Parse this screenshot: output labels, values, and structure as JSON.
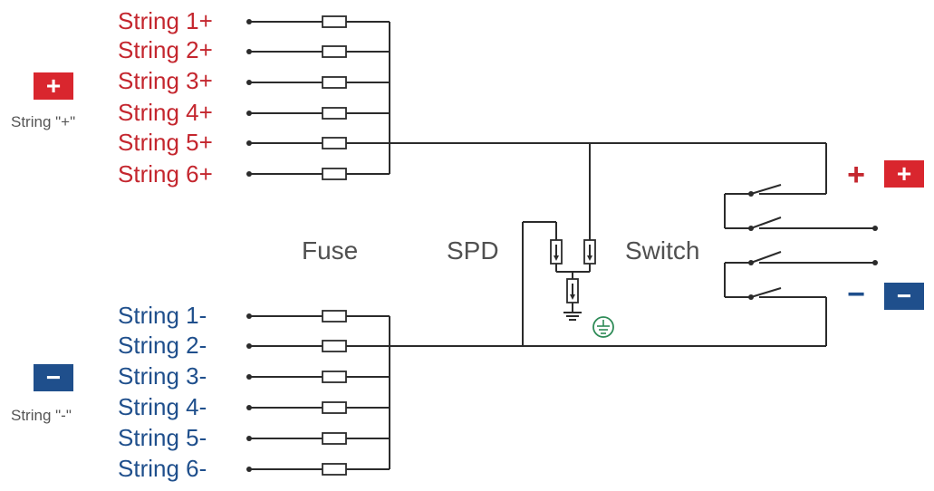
{
  "colors": {
    "positive": "#c4262e",
    "negative": "#1f4f8c",
    "wire": "#2b2b2b",
    "ground": "#2e8b57"
  },
  "positive_strings": [
    "String 1+",
    "String 2+",
    "String 3+",
    "String 4+",
    "String 5+",
    "String 6+"
  ],
  "negative_strings": [
    "String 1-",
    "String 2-",
    "String 3-",
    "String 4-",
    "String 5-",
    "String 6-"
  ],
  "badges": {
    "plus_symbol": "+",
    "minus_symbol": "−",
    "string_plus_caption": "String \"+\"",
    "string_minus_caption": "String \"-\""
  },
  "sections": {
    "fuse": "Fuse",
    "spd": "SPD",
    "switch": "Switch"
  },
  "outputs": {
    "plus": "+",
    "minus": "−"
  },
  "icons": {
    "ground": "ground-icon",
    "earth": "protective-earth-icon"
  }
}
